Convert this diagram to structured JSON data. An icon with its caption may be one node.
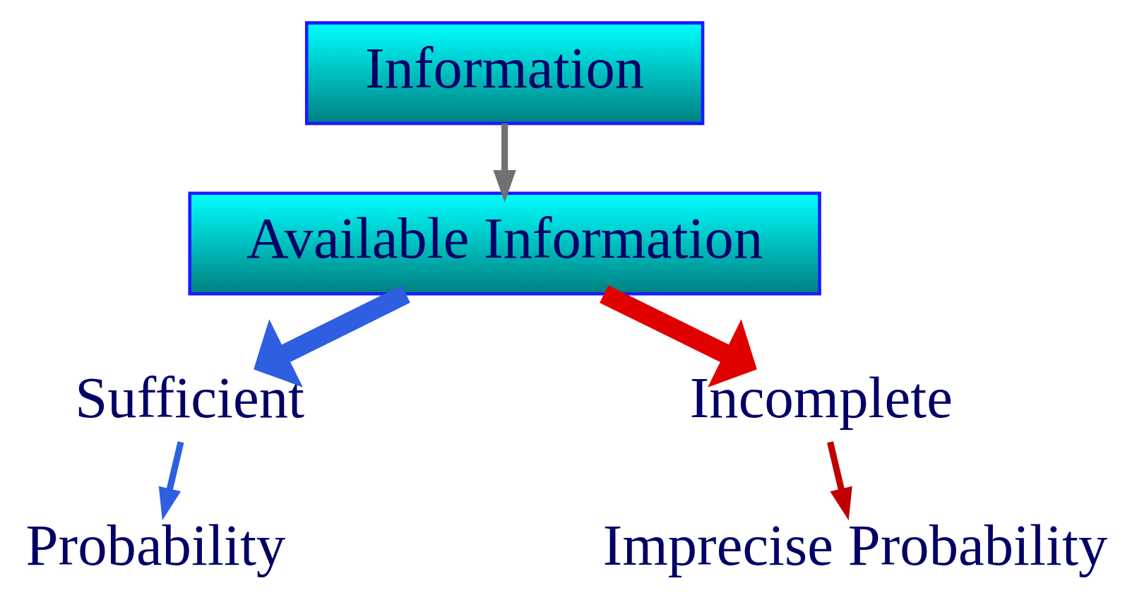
{
  "diagram": {
    "nodes": [
      {
        "text": [
          "Information"
        ]
      },
      {
        "text": [
          "Available Information"
        ]
      },
      {
        "text": [
          "Sufficient"
        ]
      },
      {
        "text": [
          "Incomplete"
        ]
      },
      {
        "text": [
          "Probability"
        ]
      },
      {
        "text": [
          "Imprecise Probability"
        ]
      }
    ],
    "edges": [
      {
        "from": 0,
        "to": 1,
        "arrow": "to",
        "color": "#707070"
      },
      {
        "from": 1,
        "to": 2,
        "arrow": "to",
        "style": "thick",
        "color": "#2e5fe0"
      },
      {
        "from": 1,
        "to": 3,
        "arrow": "to",
        "style": "thick",
        "color": "#e00000"
      },
      {
        "from": 2,
        "to": 4,
        "arrow": "to",
        "color": "#2e5fe0"
      },
      {
        "from": 3,
        "to": 5,
        "arrow": "to",
        "color": "#c00000"
      }
    ]
  }
}
